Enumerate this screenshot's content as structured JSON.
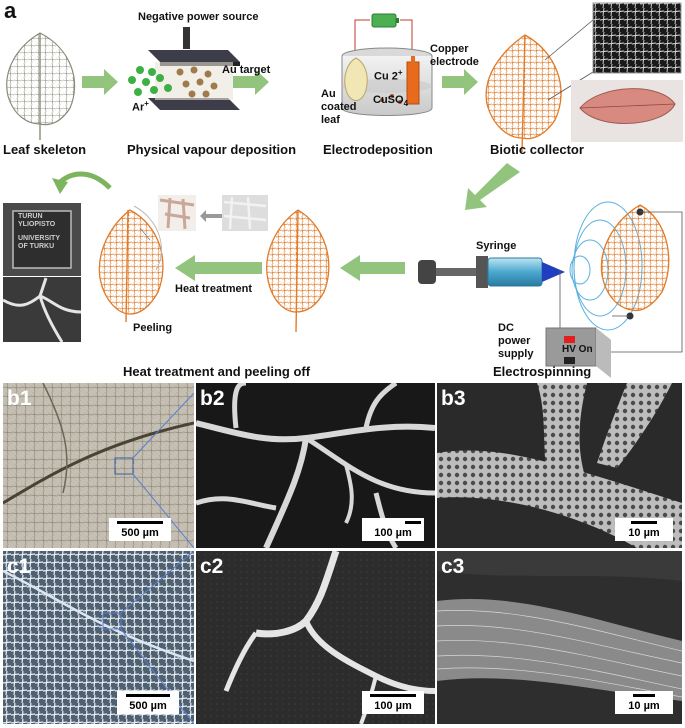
{
  "panel_a": {
    "letter": "a",
    "labels": {
      "negative_power": "Negative power source",
      "au_target": "Au target",
      "ar": "Ar",
      "ar_sup": "+",
      "copper_electrode_1": "Copper",
      "copper_electrode_2": "electrode",
      "au_coated_1": "Au",
      "au_coated_2": "coated",
      "au_coated_3": "leaf",
      "cu": "Cu 2",
      "cu_sup": "+",
      "cuso4": "CuSO",
      "cuso4_sub": "4",
      "syringe": "Syringe",
      "heat_treatment": "Heat treatment",
      "peeling": "Peeling",
      "dc_1": "DC",
      "dc_2": "power",
      "dc_3": "supply",
      "hv": "HV On",
      "turun_1": "TURUN",
      "turun_2": "YLIOPISTO",
      "turun_3": "UNIVERSITY",
      "turun_4": "OF TURKU"
    },
    "captions": {
      "leaf_skeleton": "Leaf skeleton",
      "pvd": "Physical vapour deposition",
      "electrodeposition": "Electrodeposition",
      "biotic_collector": "Biotic collector",
      "heat_peeling": "Heat treatment and peeling off",
      "electrospinning": "Electrospinning"
    }
  },
  "panels": [
    {
      "id": "b1",
      "scale": "500 µm"
    },
    {
      "id": "b2",
      "scale": "100 µm"
    },
    {
      "id": "b3",
      "scale": "10 µm"
    },
    {
      "id": "c1",
      "scale": "500 µm"
    },
    {
      "id": "c2",
      "scale": "100 µm"
    },
    {
      "id": "c3",
      "scale": "10 µm"
    }
  ],
  "colors": {
    "arrow_green": "#93c47d",
    "leaf_orange": "#e07b2a",
    "argon_green": "#3cb043",
    "gold_particle": "#a07a4a",
    "syringe_blue": "#4aa8d0",
    "needle_blue": "#1f3fbf",
    "hv_red": "#e02020",
    "zoom_blue": "#5a7fd0"
  }
}
